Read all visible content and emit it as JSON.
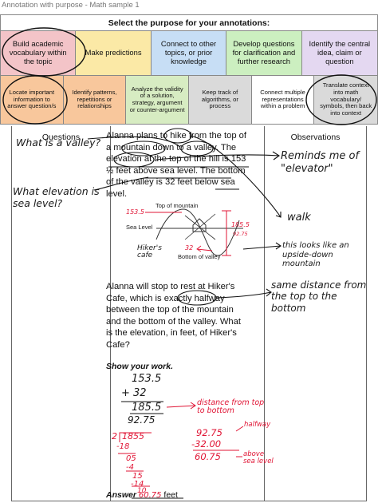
{
  "caption": "Annotation with purpose - Math sample 1",
  "grid": {
    "title": "Select the purpose for your annotations:",
    "row1": [
      {
        "label": "Build academic vocabulary within the topic",
        "color": "#f3c4c8"
      },
      {
        "label": "Make predictions",
        "color": "#fbe9a6"
      },
      {
        "label": "Connect to other topics, or prior knowledge",
        "color": "#c7def5"
      },
      {
        "label": "Develop questions for clarification and further research",
        "color": "#ccefc0"
      },
      {
        "label": "Identify the central idea, claim or question",
        "color": "#e4d8f1"
      }
    ],
    "row2": [
      {
        "label": "Locate important information to answer question/s",
        "color": "#f8c79c"
      },
      {
        "label": "Identify patterns, repetitions or relationships",
        "color": "#f8c79c"
      },
      {
        "label": "Analyze the validity of a solution, strategy, argument or counter-argument",
        "color": "#d7ecc2"
      },
      {
        "label": "Keep track of algorithms, or process",
        "color": "#dadada"
      },
      {
        "label": "Connect multiple representations within a problem",
        "color": "#ffffff"
      },
      {
        "label": "Translate context into math vocabulary/ symbols, then back into context",
        "color": "#dadada"
      }
    ]
  },
  "columns": {
    "questions": "Questions",
    "observations": "Observations"
  },
  "problem": {
    "para1": "Alanna plans to hike from the top of a mountain down to a valley. The elevation at the top of the hill is 153 ½ feet above sea level. The bottom of the valley is 32 feet below sea level.",
    "para2": "Alanna will stop to rest at Hiker's Cafe, which is exactly halfway between the top of the mountain and the bottom of the valley. What is the elevation, in feet, of Hiker's Cafe?",
    "show_work": "Show your work.",
    "answer_label": "Answer",
    "answer_value": "60.75",
    "answer_unit": "feet"
  },
  "diagram": {
    "top_label": "Top of mountain",
    "sea_label": "Sea Level",
    "bottom_label": "Bottom of valley",
    "cafe_label": "Hiker's cafe",
    "val_top": "153.5",
    "val_bottom": "32",
    "val_total": "185.5",
    "val_half": "92.75"
  },
  "notes": {
    "q1": "What is a valley?",
    "q2": "What elevation is sea level?",
    "o1": "Reminds me of \"elevator\"",
    "o2": "walk",
    "o3": "this looks like an upside-down mountain",
    "o4": "same distance from the top to the bottom"
  },
  "work": {
    "a1": "153.5",
    "a2": "+ 32",
    "a3": "185.5",
    "a4": "92.75",
    "note_distance": "distance from top to bottom",
    "div_divisor": "2",
    "div_dividend": "1855",
    "div_l1": "-18",
    "div_l2": "05",
    "div_l3": "-4",
    "div_l4": "15",
    "div_l5": "-14",
    "div_l6": "10",
    "s1": "92.75",
    "s2": "-32.00",
    "s3": "60.75",
    "note_halfway": "halfway",
    "note_above": "above sea level"
  },
  "colors": {
    "ink": "#1a1a1a",
    "red_ink": "#e01535"
  }
}
